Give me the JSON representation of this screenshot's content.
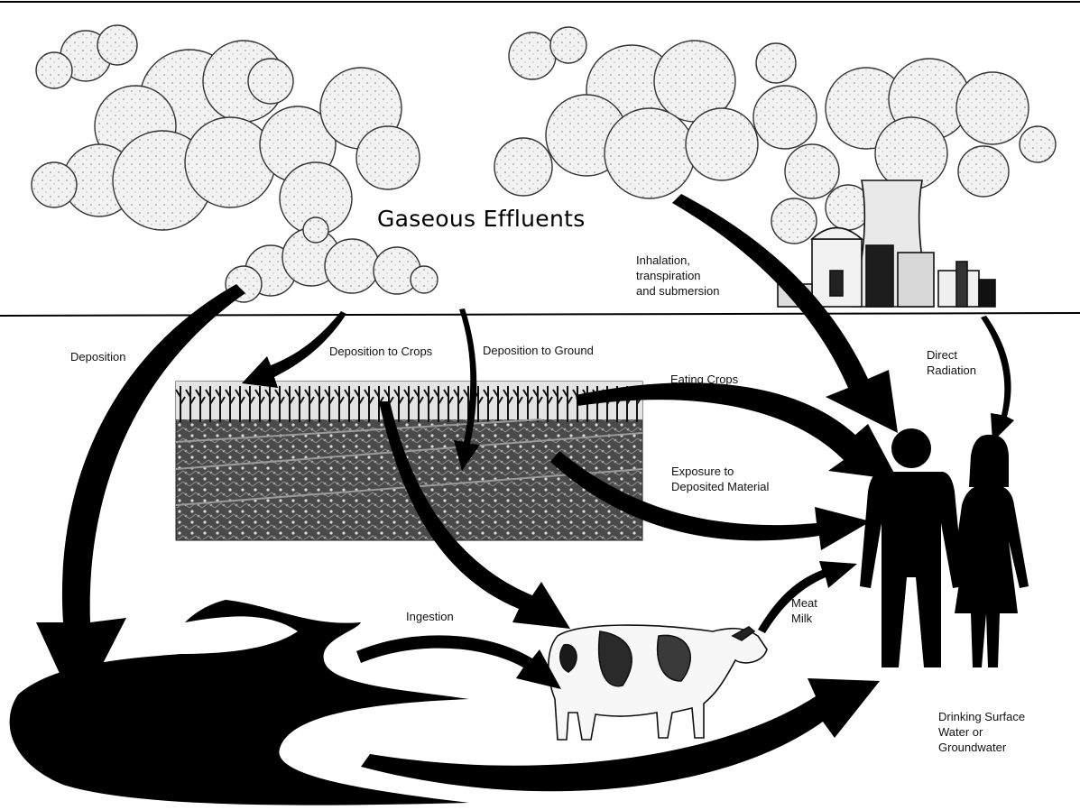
{
  "title": "Gaseous Effluents",
  "labels": {
    "inhalation": [
      "Inhalation,",
      "transpiration",
      "and submersion"
    ],
    "direct_radiation": [
      "Direct",
      "Radiation"
    ],
    "deposition": "Deposition",
    "deposition_crops": "Deposition to Crops",
    "deposition_ground": "Deposition to Ground",
    "eating_crops": "Eating Crops",
    "exposure": [
      "Exposure to",
      "Deposited Material"
    ],
    "ingestion": "Ingestion",
    "meat_milk": [
      "Meat",
      "Milk"
    ],
    "drinking": [
      "Drinking Surface",
      "Water or",
      "Groundwater"
    ]
  },
  "icons": {
    "clouds": "cloud-icon",
    "plant": "power-plant-icon",
    "crops": "crop-field-icon",
    "cow": "cow-icon",
    "river": "river-icon",
    "people": "people-icon"
  }
}
